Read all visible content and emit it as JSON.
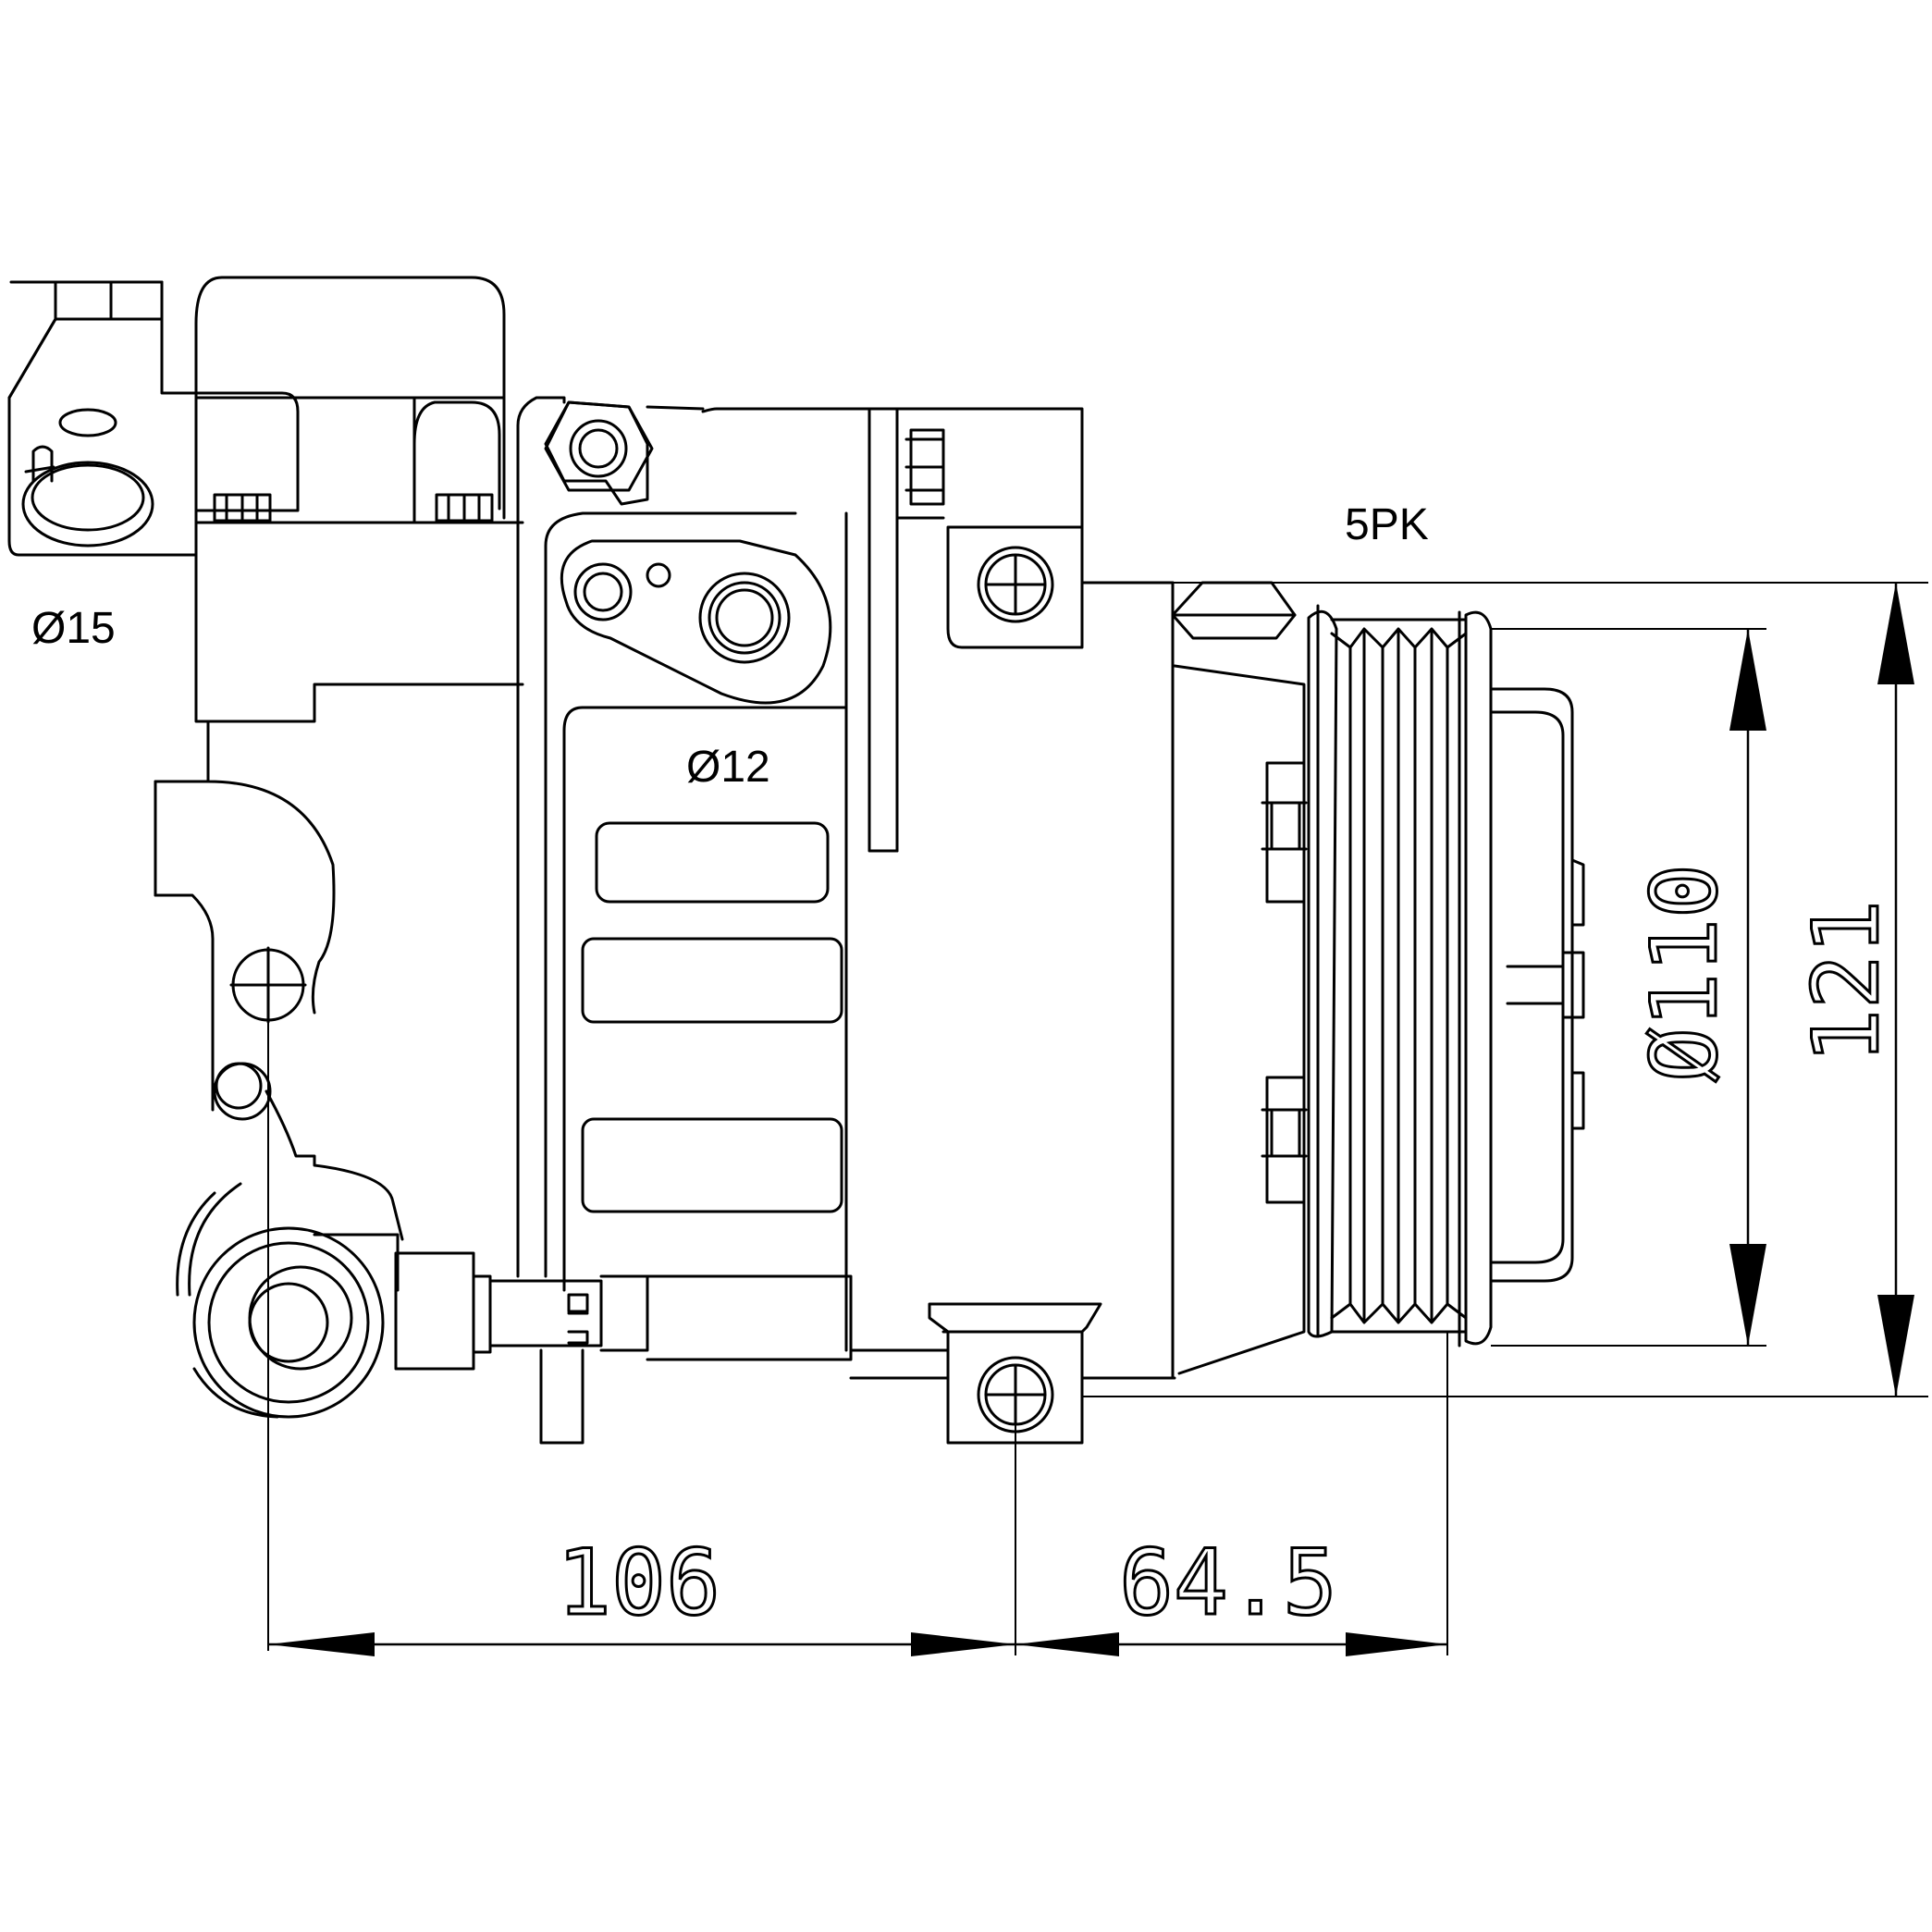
{
  "labels": {
    "port_large": "Ø15",
    "port_small": "Ø12",
    "belt": "5PK"
  },
  "dimensions": {
    "mount_spacing": "106",
    "pulley_offset": "64.5",
    "pulley_diameter": "Ø110",
    "overall_height": "121"
  },
  "colors": {
    "line": "#000000",
    "background": "#ffffff"
  }
}
